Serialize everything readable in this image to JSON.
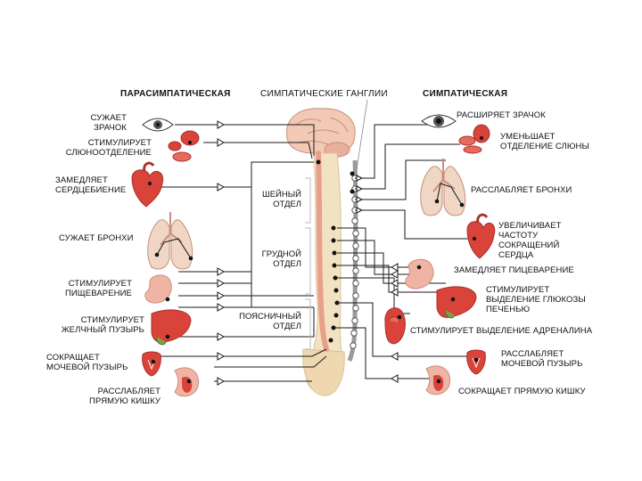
{
  "headers": {
    "parasympathetic": "ПАРАСИМПАТИЧЕСКАЯ",
    "ganglia": "СИМПАТИЧЕСКИЕ ГАНГЛИИ",
    "sympathetic": "СИМПАТИЧЕСКАЯ"
  },
  "sections": {
    "cervical_1": "ШЕЙНЫЙ",
    "cervical_2": "ОТДЕЛ",
    "thoracic_1": "ГРУДНОЙ",
    "thoracic_2": "ОТДЕЛ",
    "lumbar_1": "ПОЯСНИЧНЫЙ",
    "lumbar_2": "ОТДЕЛ"
  },
  "parasympathetic_effects": {
    "pupil_1": "СУЖАЕТ",
    "pupil_2": "ЗРАЧОК",
    "saliva_1": "СТИМУЛИРУЕТ",
    "saliva_2": "СЛЮНООТДЕЛЕНИЕ",
    "heart_1": "ЗАМЕДЛЯЕТ",
    "heart_2": "СЕРДЦЕБИЕНИЕ",
    "bronchi_1": "СУЖАЕТ БРОНХИ",
    "digestion_1": "СТИМУЛИРУЕТ",
    "digestion_2": "ПИЩЕВАРЕНИЕ",
    "gallbladder_1": "СТИМУЛИРУЕТ",
    "gallbladder_2": "ЖЕЛЧНЫЙ ПУЗЫРЬ",
    "bladder_1": "СОКРАЩАЕТ",
    "bladder_2": "МОЧЕВОЙ ПУЗЫРЬ",
    "rectum_1": "РАССЛАБЛЯЕТ",
    "rectum_2": "ПРЯМУЮ КИШКУ"
  },
  "sympathetic_effects": {
    "pupil_1": "РАСШИРЯЕТ ЗРАЧОК",
    "saliva_1": "УМЕНЬШАЕТ",
    "saliva_2": "ОТДЕЛЕНИЕ СЛЮНЫ",
    "bronchi_1": "РАССЛАБЛЯЕТ БРОНХИ",
    "heart_1": "УВЕЛИЧИВАЕТ",
    "heart_2": "ЧАСТОТУ",
    "heart_3": "СОКРАЩЕНИЙ",
    "heart_4": "СЕРДЦА",
    "digestion_1": "ЗАМЕДЛЯЕТ ПИЦЕВАРЕНИЕ",
    "liver_1": "СТИМУЛИРУЕТ",
    "liver_2": "ВЫДЕЛЕНИЕ ГЛЮКОЗЫ",
    "liver_3": "ПЕЧЕНЬЮ",
    "adrenal_1": "СТИМУЛИРУЕТ ВЫДЕЛЕНИЕ АДРЕНАЛИНА",
    "bladder_1": "РАССЛАБЛЯЕТ",
    "bladder_2": "МОЧЕВОЙ ПУЗЫРЬ",
    "rectum_1": "СОКРАЩАЕТ ПРЯМУЮ КИШКУ"
  },
  "colors": {
    "organ": "#d9433a",
    "organ_light": "#f0b4a4",
    "brain": "#f2c9b4",
    "spine": "#f3e2c2",
    "ganglia": "#9a9a9a",
    "nerve": "#1a1a1a"
  }
}
